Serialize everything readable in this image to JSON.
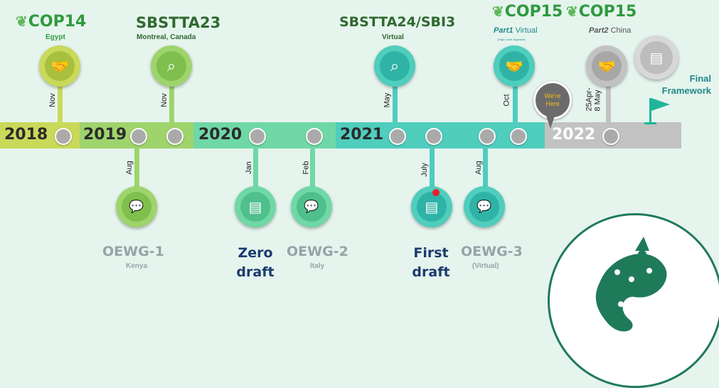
{
  "timeline": {
    "years": [
      "2018",
      "2019",
      "2020",
      "2021",
      "2022"
    ]
  },
  "events_top": [
    {
      "title": "COP14",
      "subtitle": "Egypt",
      "month": "Nov",
      "icon": "handshake-icon"
    },
    {
      "title": "SBSTTA23",
      "subtitle": "Montreal, Canada",
      "month": "Nov",
      "icon": "magnifier-icon"
    },
    {
      "title": "SBSTTA24/SBI3",
      "subtitle": "Virtual",
      "month": "May",
      "icon": "magnifier-icon"
    },
    {
      "title": "COP15",
      "subtitle_part": "Part1",
      "subtitle_rest": " Virtual",
      "note": "(High Level Segment)",
      "month": "Oct",
      "icon": "handshake-icon"
    },
    {
      "title": "COP15",
      "subtitle_part": "Part2",
      "subtitle_rest": " China",
      "month": "25Apr-\n8 May",
      "icon": "handshake-icon"
    }
  ],
  "events_bottom": [
    {
      "title": "OEWG-1",
      "subtitle": "Kenya",
      "month": "Aug",
      "icon": "chat-icon"
    },
    {
      "title": "Zero\ndraft",
      "month": "Jan",
      "icon": "document-icon"
    },
    {
      "title": "OEWG-2",
      "subtitle": "Italy",
      "month": "Feb",
      "icon": "chat-icon"
    },
    {
      "title": "First\ndraft",
      "month": "July",
      "icon": "document-icon"
    },
    {
      "title": "OEWG-3",
      "subtitle": "(Virtual)",
      "month": "Aug",
      "icon": "chat-icon"
    }
  ],
  "marker": {
    "text": "We're\nHere"
  },
  "final": {
    "label": "Final\nFramework",
    "icon": "flag-icon"
  },
  "colors": {
    "y2018": "#c9d95a",
    "y2019": "#9fd46c",
    "y2020": "#6fd8a6",
    "y2021": "#4fcdbd",
    "y2022": "#c2c2c2",
    "title_green": "#2f6a2e",
    "title_teal": "#1f8a8a",
    "title_navy": "#1b3b6e",
    "oewg_gray": "#97a3a6"
  }
}
